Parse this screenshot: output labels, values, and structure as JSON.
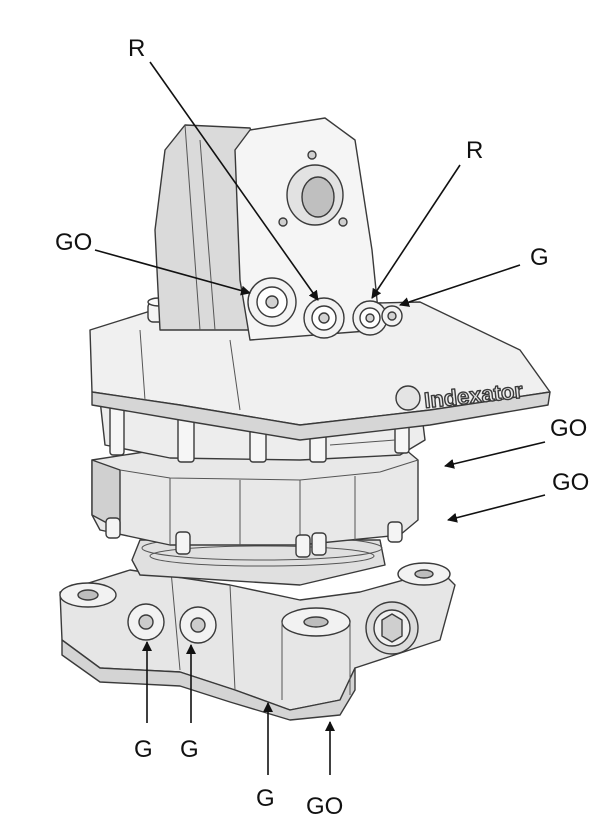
{
  "labels": {
    "r_top_left": "R",
    "r_top_right": "R",
    "go_upper_left": "GO",
    "g_upper_right": "G",
    "go_right_1": "GO",
    "go_right_2": "GO",
    "g_bottom_1": "G",
    "g_bottom_2": "G",
    "g_bottom_3": "G",
    "go_bottom": "GO"
  },
  "brand_text": "Indexator",
  "colors": {
    "line": "#111111",
    "body": "#ececec",
    "shade": "#cfcfcf",
    "dark": "#a9a9a9"
  }
}
